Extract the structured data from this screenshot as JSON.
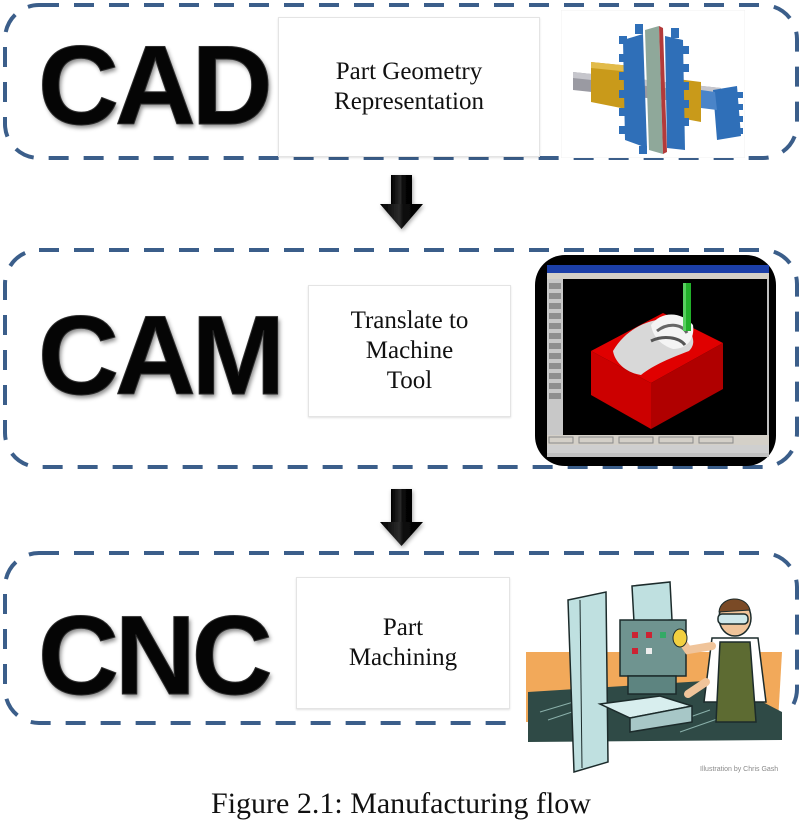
{
  "diagram": {
    "stages": [
      {
        "id": "cad",
        "label": "CAD",
        "description_lines": [
          "Part Geometry",
          "Representation"
        ],
        "image": "gear-assembly-3d-model"
      },
      {
        "id": "cam",
        "label": "CAM",
        "description_lines": [
          "Translate to",
          "Machine",
          "Tool"
        ],
        "image": "cam-software-toolpath-screenshot"
      },
      {
        "id": "cnc",
        "label": "CNC",
        "description_lines": [
          "Part",
          "Machining"
        ],
        "image": "machinist-operating-cnc-illustration",
        "image_credit": "Illustration by Chris Gash"
      }
    ],
    "connectors": [
      "arrow-down",
      "arrow-down"
    ],
    "caption": "Figure 2.1: Manufacturing flow"
  },
  "colors": {
    "dashed_border": "#3b5e8a",
    "label_text": "#050505",
    "cam_block": "#e00000",
    "cam_tool": "#22b02a",
    "gear_blue": "#2f6fb8",
    "gear_gold": "#c99a1a",
    "workshop_orange": "#f2a95a"
  }
}
